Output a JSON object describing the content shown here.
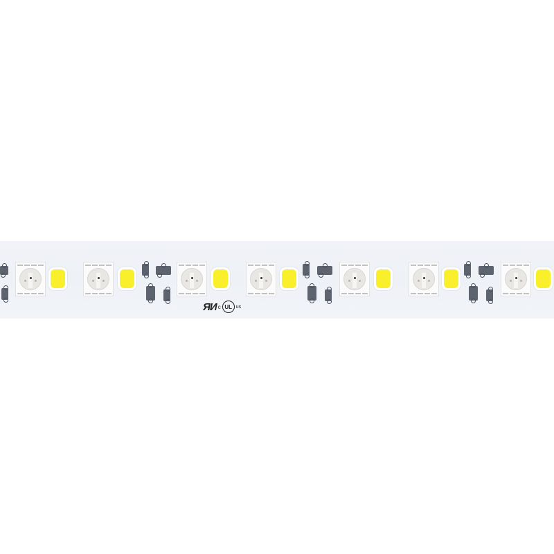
{
  "image": {
    "subject": "LED strip",
    "background_color": "#ffffff",
    "strip_color": "#f0f3f7",
    "led_yellow_color": "#f9ef2a",
    "resistor_color": "#5d6470"
  },
  "marks": {
    "recognized_component": "ЯИ",
    "c_label": "c",
    "ul_label": "UL",
    "us_label": "us"
  }
}
